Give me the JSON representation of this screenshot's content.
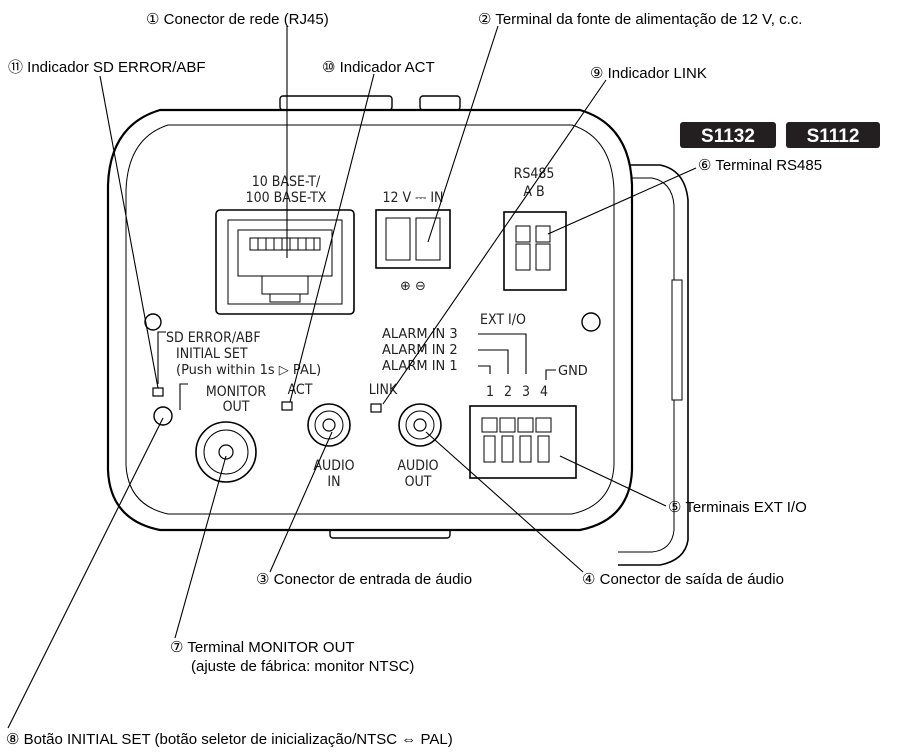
{
  "callouts": {
    "c1": "① Conector de rede (RJ45)",
    "c2": "② Terminal da fonte de alimentação de 12 V, c.c.",
    "c3": "③ Conector de entrada de áudio",
    "c4": "④ Conector de saída de áudio",
    "c5": "⑤ Terminais EXT I/O",
    "c6": "⑥ Terminal RS485",
    "c7_line1": "⑦ Terminal MONITOR OUT",
    "c7_line2": "(ajuste de fábrica: monitor NTSC)",
    "c8": "⑧ Botão INITIAL SET (botão seletor de inicialização/NTSC ⇔ PAL)",
    "c9": "⑨ Indicador LINK",
    "c10": "⑩ Indicador ACT",
    "c11": "⑪ Indicador SD ERROR/ABF"
  },
  "badges": [
    "S1132",
    "S1112"
  ],
  "panel_labels": {
    "network_line1": "10 BASE-T/",
    "network_line2": "100 BASE-TX",
    "power": "12 V ⎓ IN",
    "rs485": "RS485",
    "rs485_ab": "A  B",
    "ext_io": "EXT  I/O",
    "alarm_in_3": "ALARM IN 3",
    "alarm_in_2": "ALARM IN 2",
    "alarm_in_1": "ALARM IN 1",
    "gnd": "GND",
    "pin_1": "1",
    "pin_2": "2",
    "pin_3": "3",
    "pin_4": "4",
    "sd_error_abf": "SD ERROR/ABF",
    "initial_set": "INITIAL SET",
    "push_within": "(Push within 1s ▷ PAL)",
    "monitor": "MONITOR",
    "out": "OUT",
    "act": "ACT",
    "link": "LINK",
    "audio_in_1": "AUDIO",
    "audio_in_2": "IN",
    "audio_out_1": "AUDIO",
    "audio_out_2": "OUT",
    "plus_minus": "⊕ ⊖"
  }
}
